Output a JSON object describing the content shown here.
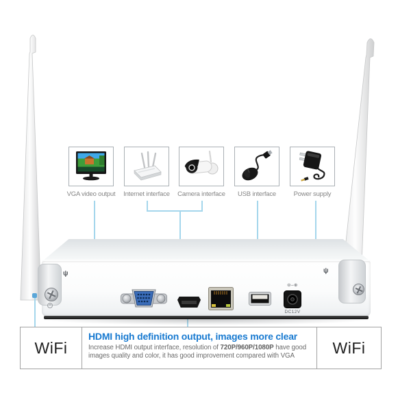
{
  "callouts": [
    {
      "icon": "monitor-icon",
      "label": "VGA video output"
    },
    {
      "icon": "router-icon",
      "label": "Internet interface"
    },
    {
      "icon": "camera-icon",
      "label": "Camera interface"
    },
    {
      "icon": "mouse-usb-icon",
      "label": "USB interface"
    },
    {
      "icon": "power-adapter-icon",
      "label": "Power supply"
    }
  ],
  "device": {
    "dc_label": "DC12V",
    "polarity": "⊖–⊕",
    "antenna_symbol": "ψ",
    "ports_depicted": [
      "VGA",
      "HDMI",
      "Ethernet",
      "USB",
      "DC power jack"
    ]
  },
  "wifi": {
    "left": "WiFi",
    "right": "WiFi"
  },
  "hdmi_note": {
    "title": "HDMI high definition output, images more clear",
    "line1_pre": "Increase HDMI output interface, resolution of ",
    "line1_bold": "720P/960P/1080P",
    "line1_post": " have good",
    "line2": "images quality and color, it has good improvement compared with VGA"
  },
  "colors": {
    "callout_line": "#a4d6ec",
    "note_title_blue": "#1779d0",
    "vga_connector_blue": "#3a6cb8",
    "label_gray": "#858585",
    "body_gray": "#6a6a6a",
    "wifi_text": "#1f1f1f"
  }
}
